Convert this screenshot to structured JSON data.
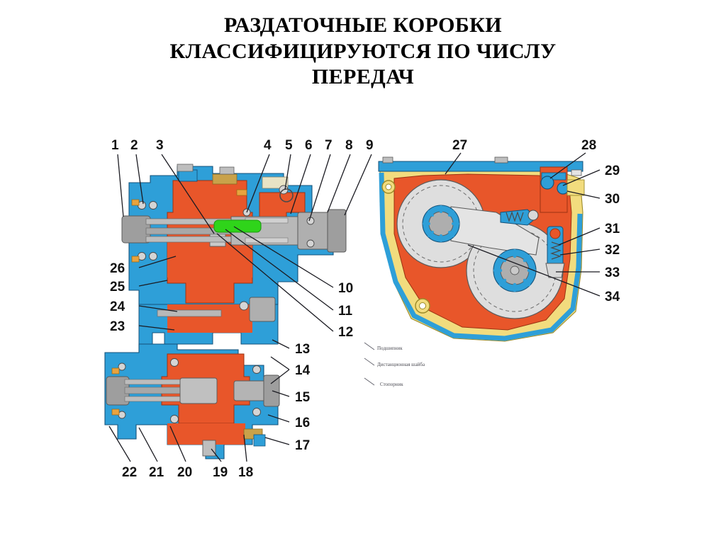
{
  "title": {
    "line1": "РАЗДАТОЧНЫЕ КОРОБКИ",
    "line2": "КЛАССИФИЦИРУЮТСЯ ПО ЧИСЛУ",
    "line3": "ПЕРЕДАЧ"
  },
  "colors": {
    "housing_blue": "#2E9FD8",
    "housing_blue_dark": "#1C7FB5",
    "internal_orange": "#E8562A",
    "internal_orange_light": "#F07B3F",
    "shaft_gray": "#A8A8A8",
    "shaft_gray_light": "#C9C9C9",
    "gear_gray": "#BEBEBE",
    "yellow_case": "#F2DC7E",
    "yellow_case_dark": "#E0C85A",
    "highlight_green": "#2FD41A",
    "tan_accent": "#C9A24A",
    "outline": "#1b1b22",
    "background": "#FFFFFF"
  },
  "left_figure": {
    "name": "transfer-case-sectional-view",
    "callouts_top": [
      "1",
      "2",
      "3",
      "4",
      "5",
      "6",
      "7",
      "8",
      "9"
    ],
    "callouts_right": [
      "10",
      "11",
      "12",
      "13",
      "14",
      "15",
      "16",
      "17"
    ],
    "callouts_bottom": [
      "22",
      "21",
      "20",
      "19",
      "18"
    ],
    "callouts_left": [
      "26",
      "25",
      "24",
      "23"
    ]
  },
  "right_figure": {
    "name": "transfer-case-gear-train-view",
    "callouts_top": [
      "27",
      "28"
    ],
    "callouts_right": [
      "29",
      "30",
      "31",
      "32",
      "33",
      "34"
    ]
  },
  "annotations": [
    {
      "text": "Подшипник"
    },
    {
      "text": "Дистанционная шайба"
    },
    {
      "text": "Стопорник"
    }
  ]
}
